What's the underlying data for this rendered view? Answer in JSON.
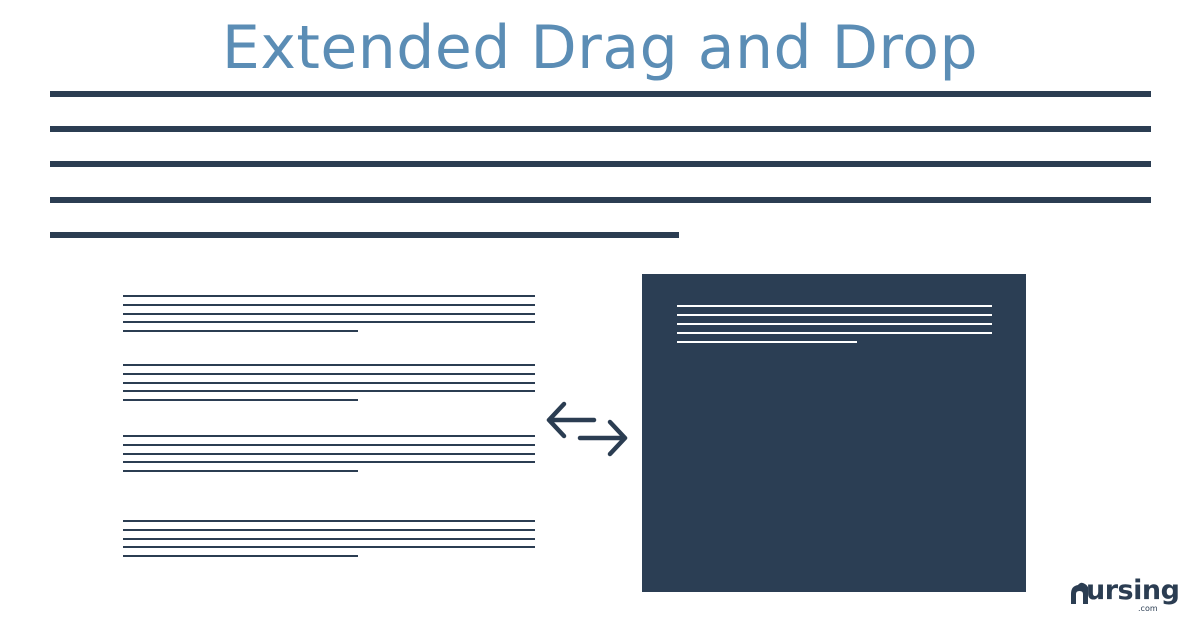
{
  "title": "Extended Drag and Drop",
  "logo": {
    "word": "ursing",
    "suffix": ".com"
  },
  "colors": {
    "title": "#5b8db5",
    "dark": "#2b3d52",
    "background": "#ffffff",
    "drop_zone": "#2b3e54",
    "drop_zone_text": "#ffffff"
  },
  "icons": {
    "swap": "swap-arrows-icon",
    "logo_mark": "cloud-logo-icon"
  }
}
